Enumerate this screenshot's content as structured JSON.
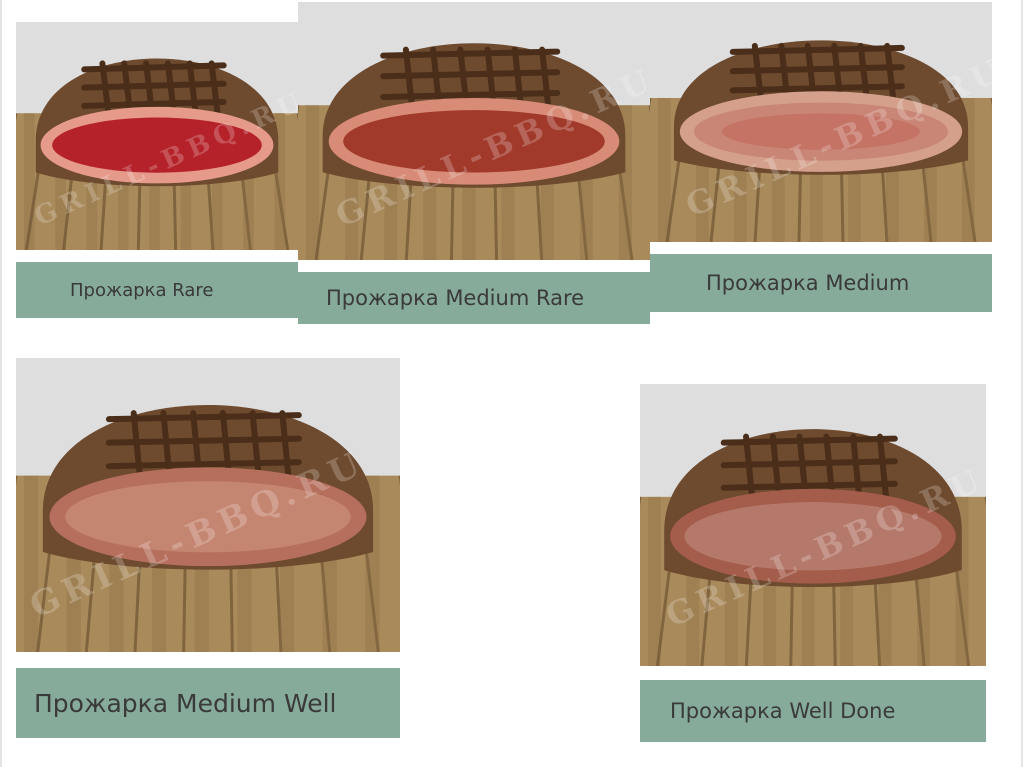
{
  "watermark": "GRILL-BBQ.RU",
  "colors": {
    "wall": "#dededf",
    "wood_light": "#a98a5b",
    "wood_dark": "#6e5533",
    "crust": "#6e4a2e",
    "grill_marks": "#4a2e1a",
    "label_bg": "#86ab9a"
  },
  "doneness": [
    {
      "label": "Прожарка Rare",
      "outer": "#e59a8a",
      "inner": "#b5222a",
      "core": "#b5222a"
    },
    {
      "label": "Прожарка Medium Rare",
      "outer": "#d88b77",
      "inner": "#a23a2c",
      "core": "#a23a2c"
    },
    {
      "label": "Прожарка Medium",
      "outer": "#d4a08c",
      "inner": "#c98575",
      "core": "#c47365"
    },
    {
      "label": "Прожарка Medium Well",
      "outer": "#b66f5d",
      "inner": "#c58671",
      "core": "#c58671"
    },
    {
      "label": "Прожарка Well Done",
      "outer": "#a45d4b",
      "inner": "#b5796b",
      "core": "#b5796b"
    }
  ]
}
